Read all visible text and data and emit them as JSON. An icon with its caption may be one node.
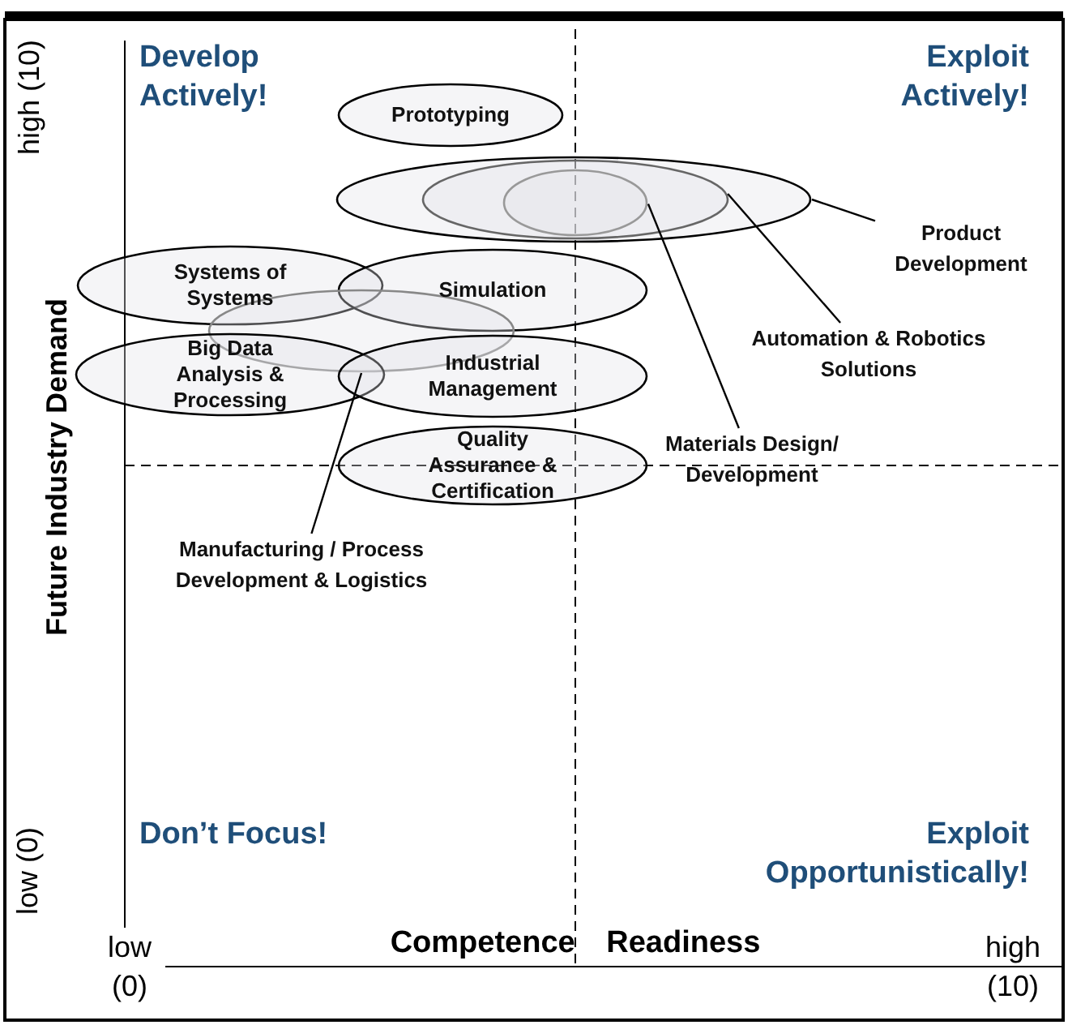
{
  "diagram": {
    "nodes": [
      {
        "text": [
          "Prototyping"
        ]
      },
      {
        "text": [],
        "shape": "ellipse"
      },
      {
        "text": [],
        "shape": "ellipse",
        "in": 1
      },
      {
        "text": [],
        "shape": "ellipse",
        "in": 2
      },
      {
        "text": [
          "Product Development"
        ]
      },
      {
        "text": [
          "Systems of Systems"
        ]
      },
      {
        "text": [
          "Simulation"
        ]
      },
      {
        "text": [],
        "shape": "ellipse"
      },
      {
        "text": [
          "Big Data Analysis & Processing"
        ]
      },
      {
        "text": [
          "Industrial Management"
        ]
      },
      {
        "text": [
          "Automation & Robotics Solutions"
        ]
      },
      {
        "text": [
          "Quality Assurance & Certification"
        ]
      },
      {
        "text": [
          "Materials Design/ Development"
        ]
      },
      {
        "text": [
          "Manufacturing / Process Development & Logistics"
        ]
      }
    ],
    "edges": [
      {
        "from": 4,
        "to": 1,
        "arrow": "none"
      },
      {
        "from": 10,
        "to": 2,
        "arrow": "none"
      },
      {
        "from": 12,
        "to": 3,
        "arrow": "none"
      },
      {
        "from": 13,
        "to": 7,
        "arrow": "none"
      }
    ],
    "labels": [
      "high (10)",
      "Develop Actively!",
      "Exploit Actively!",
      "Future Industry Demand",
      "low (0)",
      "Don’t Focus!",
      "Exploit Opportunistically!",
      "low (0)",
      "Competence Readiness",
      "high (10)"
    ]
  }
}
